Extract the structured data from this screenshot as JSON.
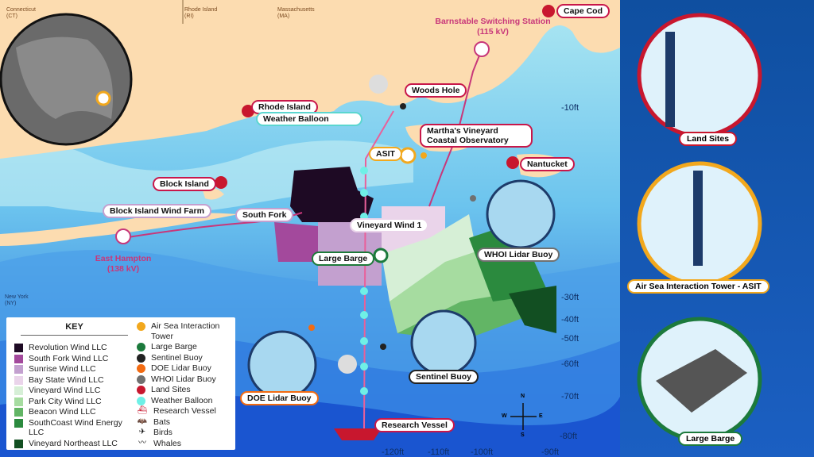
{
  "states": [
    {
      "name": "Connecticut",
      "abbr": "(CT)"
    },
    {
      "name": "Rhode Island",
      "abbr": "(RI)"
    },
    {
      "name": "Massachusetts",
      "abbr": "(MA)"
    },
    {
      "name": "New York",
      "abbr": "(NY)"
    }
  ],
  "sites": {
    "cape_cod": "Cape Cod",
    "barnstable": "Barnstable Switching Station (115 kV)",
    "woods_hole": "Woods Hole",
    "rhode_island": "Rhode Island",
    "weather_balloon": "Weather Balloon",
    "marthas_vineyard": "Martha's Vineyard Coastal Observatory",
    "asit": "ASIT",
    "nantucket": "Nantucket",
    "block_island": "Block Island",
    "block_island_wind_farm": "Block Island Wind Farm",
    "south_fork": "South Fork",
    "vineyard_wind_1": "Vineyard Wind 1",
    "east_hampton": "East Hampton (138 kV)",
    "large_barge": "Large Barge",
    "whoi_lidar_buoy": "WHOI Lidar Buoy",
    "sentinel_buoy": "Sentinel Buoy",
    "doe_lidar_buoy": "DOE Lidar Buoy",
    "research_vessel": "Research Vessel"
  },
  "depths": [
    "-10ft",
    "-30ft",
    "-40ft",
    "-50ft",
    "-60ft",
    "-70ft",
    "-80ft",
    "-90ft",
    "-100ft",
    "-110ft",
    "-120ft"
  ],
  "compass": {
    "n": "N",
    "s": "S",
    "e": "E",
    "w": "W"
  },
  "key": {
    "title": "KEY",
    "leases": [
      {
        "label": "Revolution Wind LLC",
        "color": "#1e0a24"
      },
      {
        "label": "South Fork Wind LLC",
        "color": "#a3499c"
      },
      {
        "label": "Sunrise Wind LLC",
        "color": "#c3a0cf"
      },
      {
        "label": "Bay State Wind LLC",
        "color": "#ead4ea"
      },
      {
        "label": "Vineyard Wind LLC",
        "color": "#d6efd6"
      },
      {
        "label": "Park City Wind LLC",
        "color": "#a6dca0"
      },
      {
        "label": "Beacon Wind LLC",
        "color": "#62b565"
      },
      {
        "label": "SouthCoast Wind Energy LLC",
        "color": "#2b8a3e"
      },
      {
        "label": "Vineyard Northeast LLC",
        "color": "#124f22"
      }
    ],
    "sites": [
      {
        "label": "Air Sea Interaction Tower",
        "color": "#f2a81d",
        "icon": "dot"
      },
      {
        "label": "Large Barge",
        "color": "#1c7a3c",
        "icon": "dot"
      },
      {
        "label": "Sentinel Buoy",
        "color": "#222222",
        "icon": "dot"
      },
      {
        "label": "DOE Lidar Buoy",
        "color": "#f26b12",
        "icon": "dot"
      },
      {
        "label": "WHOI Lidar Buoy",
        "color": "#707070",
        "icon": "dot"
      },
      {
        "label": "Land Sites",
        "color": "#c8172e",
        "icon": "dot"
      },
      {
        "label": "Weather Balloon",
        "color": "#6ff0e6",
        "icon": "dot"
      },
      {
        "label": "Research Vessel",
        "color": "#c8172e",
        "icon": "ship"
      },
      {
        "label": "Bats",
        "color": "#111111",
        "icon": "bat"
      },
      {
        "label": "Birds",
        "color": "#111111",
        "icon": "bird"
      },
      {
        "label": "Whales",
        "color": "#222222",
        "icon": "whale"
      }
    ]
  },
  "panels": {
    "land_sites": "Land Sites",
    "asit": "Air Sea Interaction Tower - ASIT",
    "large_barge": "Large Barge"
  }
}
